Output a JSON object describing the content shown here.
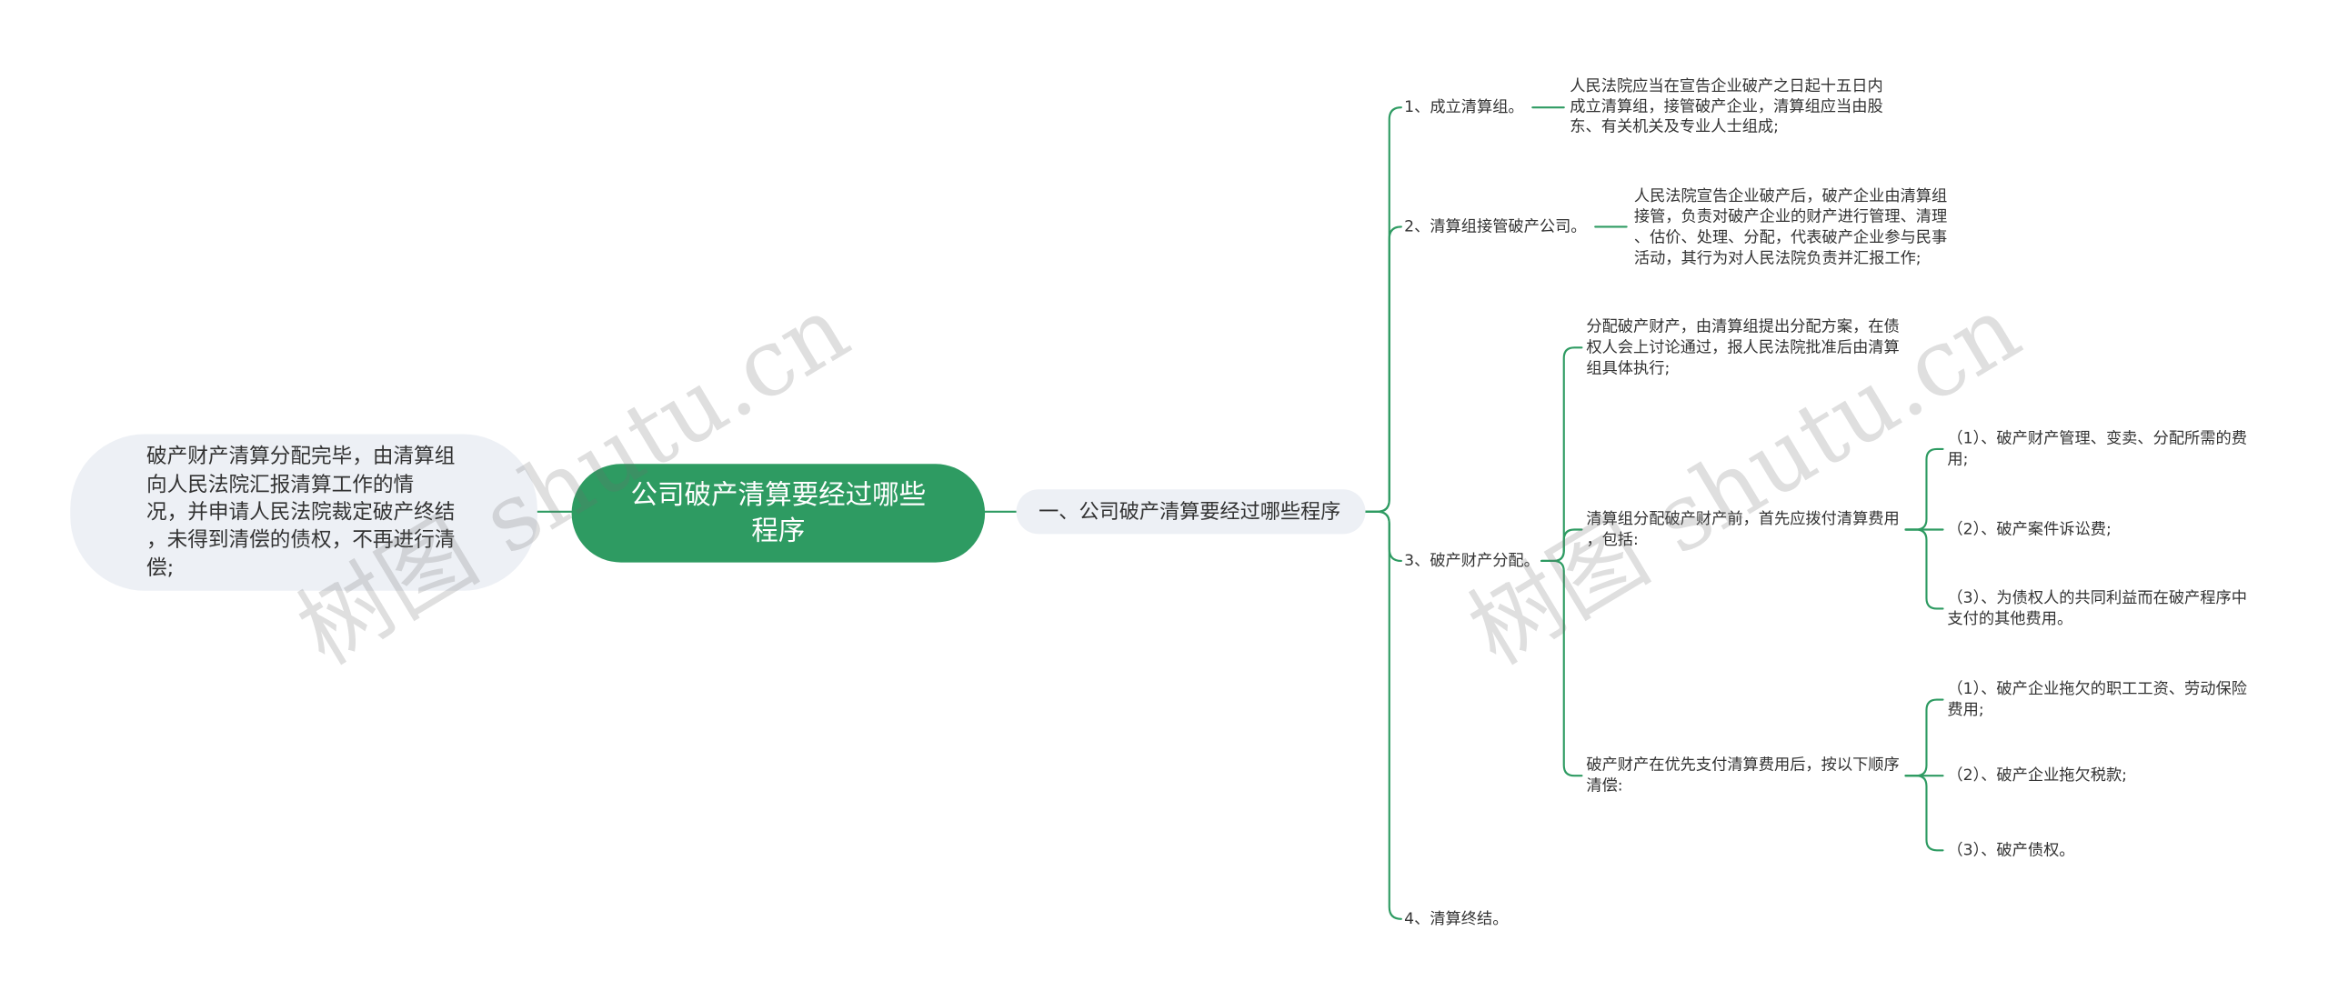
{
  "colors": {
    "accent": "#2e9b62",
    "node_fill": "#edf0f5",
    "text": "#333333",
    "root_text": "#ffffff"
  },
  "watermark": "树图 shutu.cn",
  "mindmap": {
    "root": {
      "lines": [
        "公司破产清算要经过哪些",
        "程序"
      ]
    },
    "left": {
      "lines": [
        "破产财产清算分配完毕，由清算组",
        "向人民法院汇报清算工作的情",
        "况，并申请人民法院裁定破产终结",
        "，未得到清偿的债权，不再进行清",
        "偿;"
      ]
    },
    "branch": {
      "label": "一、公司破产清算要经过哪些程序",
      "items": [
        {
          "label": "1、成立清算组。",
          "detail": [
            "人民法院应当在宣告企业破产之日起十五日内",
            "成立清算组，接管破产企业，清算组应当由股",
            "东、有关机关及专业人士组成;"
          ]
        },
        {
          "label": "2、清算组接管破产公司。",
          "detail": [
            "人民法院宣告企业破产后，破产企业由清算组",
            "接管，负责对破产企业的财产进行管理、清理",
            "、估价、处理、分配，代表破产企业参与民事",
            "活动，其行为对人民法院负责并汇报工作;"
          ]
        },
        {
          "label": "3、破产财产分配。",
          "subitems": [
            {
              "lines": [
                "分配破产财产，由清算组提出分配方案，在债",
                "权人会上讨论通过，报人民法院批准后由清算",
                "组具体执行;"
              ]
            },
            {
              "lines": [
                "清算组分配破产财产前，首先应拨付清算费用",
                "，包括:"
              ],
              "subitems": [
                {
                  "lines": [
                    "（1）、破产财产管理、变卖、分配所需的费",
                    "用;"
                  ]
                },
                {
                  "lines": [
                    "（2）、破产案件诉讼费;"
                  ]
                },
                {
                  "lines": [
                    "（3）、为债权人的共同利益而在破产程序中",
                    "支付的其他费用。"
                  ]
                }
              ]
            },
            {
              "lines": [
                "破产财产在优先支付清算费用后，按以下顺序",
                "清偿:"
              ],
              "subitems": [
                {
                  "lines": [
                    "（1）、破产企业拖欠的职工工资、劳动保险",
                    "费用;"
                  ]
                },
                {
                  "lines": [
                    "（2）、破产企业拖欠税款;"
                  ]
                },
                {
                  "lines": [
                    "（3）、破产债权。"
                  ]
                }
              ]
            }
          ]
        },
        {
          "label": "4、清算终结。"
        }
      ]
    }
  }
}
